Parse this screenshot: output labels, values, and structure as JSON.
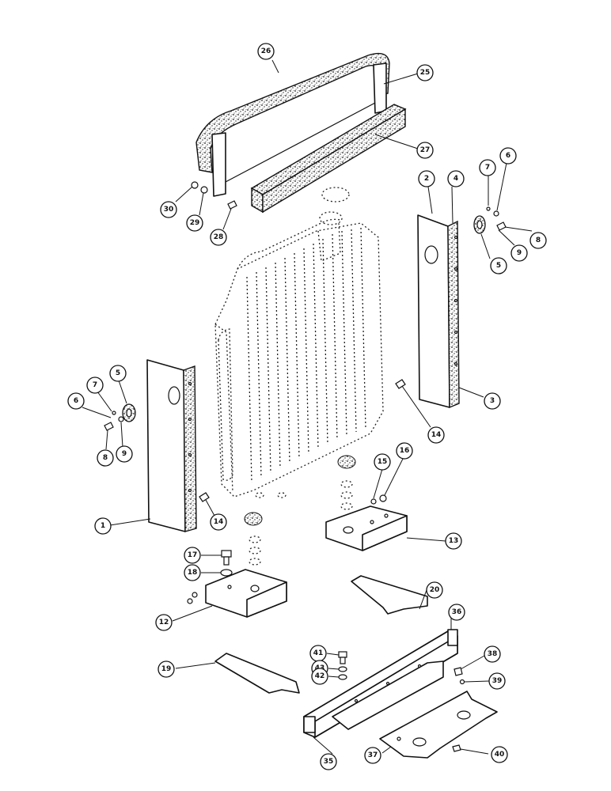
{
  "diagram": {
    "callouts": [
      {
        "id": "c26",
        "label": "26"
      },
      {
        "id": "c25",
        "label": "25"
      },
      {
        "id": "c27",
        "label": "27"
      },
      {
        "id": "c30",
        "label": "30"
      },
      {
        "id": "c29",
        "label": "29"
      },
      {
        "id": "c28",
        "label": "28"
      },
      {
        "id": "c2",
        "label": "2"
      },
      {
        "id": "c4",
        "label": "4"
      },
      {
        "id": "c7a",
        "label": "7"
      },
      {
        "id": "c6a",
        "label": "6"
      },
      {
        "id": "c8a",
        "label": "8"
      },
      {
        "id": "c9a",
        "label": "9"
      },
      {
        "id": "c5a",
        "label": "5"
      },
      {
        "id": "c3",
        "label": "3"
      },
      {
        "id": "c14a",
        "label": "14"
      },
      {
        "id": "c5b",
        "label": "5"
      },
      {
        "id": "c7b",
        "label": "7"
      },
      {
        "id": "c6b",
        "label": "6"
      },
      {
        "id": "c8b",
        "label": "8"
      },
      {
        "id": "c9b",
        "label": "9"
      },
      {
        "id": "c15",
        "label": "15"
      },
      {
        "id": "c16",
        "label": "16"
      },
      {
        "id": "c1",
        "label": "1"
      },
      {
        "id": "c14b",
        "label": "14"
      },
      {
        "id": "c13",
        "label": "13"
      },
      {
        "id": "c17",
        "label": "17"
      },
      {
        "id": "c18",
        "label": "18"
      },
      {
        "id": "c20",
        "label": "20"
      },
      {
        "id": "c36",
        "label": "36"
      },
      {
        "id": "c12",
        "label": "12"
      },
      {
        "id": "c41",
        "label": "41"
      },
      {
        "id": "c38",
        "label": "38"
      },
      {
        "id": "c43",
        "label": "43"
      },
      {
        "id": "c19",
        "label": "19"
      },
      {
        "id": "c42",
        "label": "42"
      },
      {
        "id": "c39",
        "label": "39"
      },
      {
        "id": "c35",
        "label": "35"
      },
      {
        "id": "c37",
        "label": "37"
      },
      {
        "id": "c40",
        "label": "40"
      }
    ]
  }
}
